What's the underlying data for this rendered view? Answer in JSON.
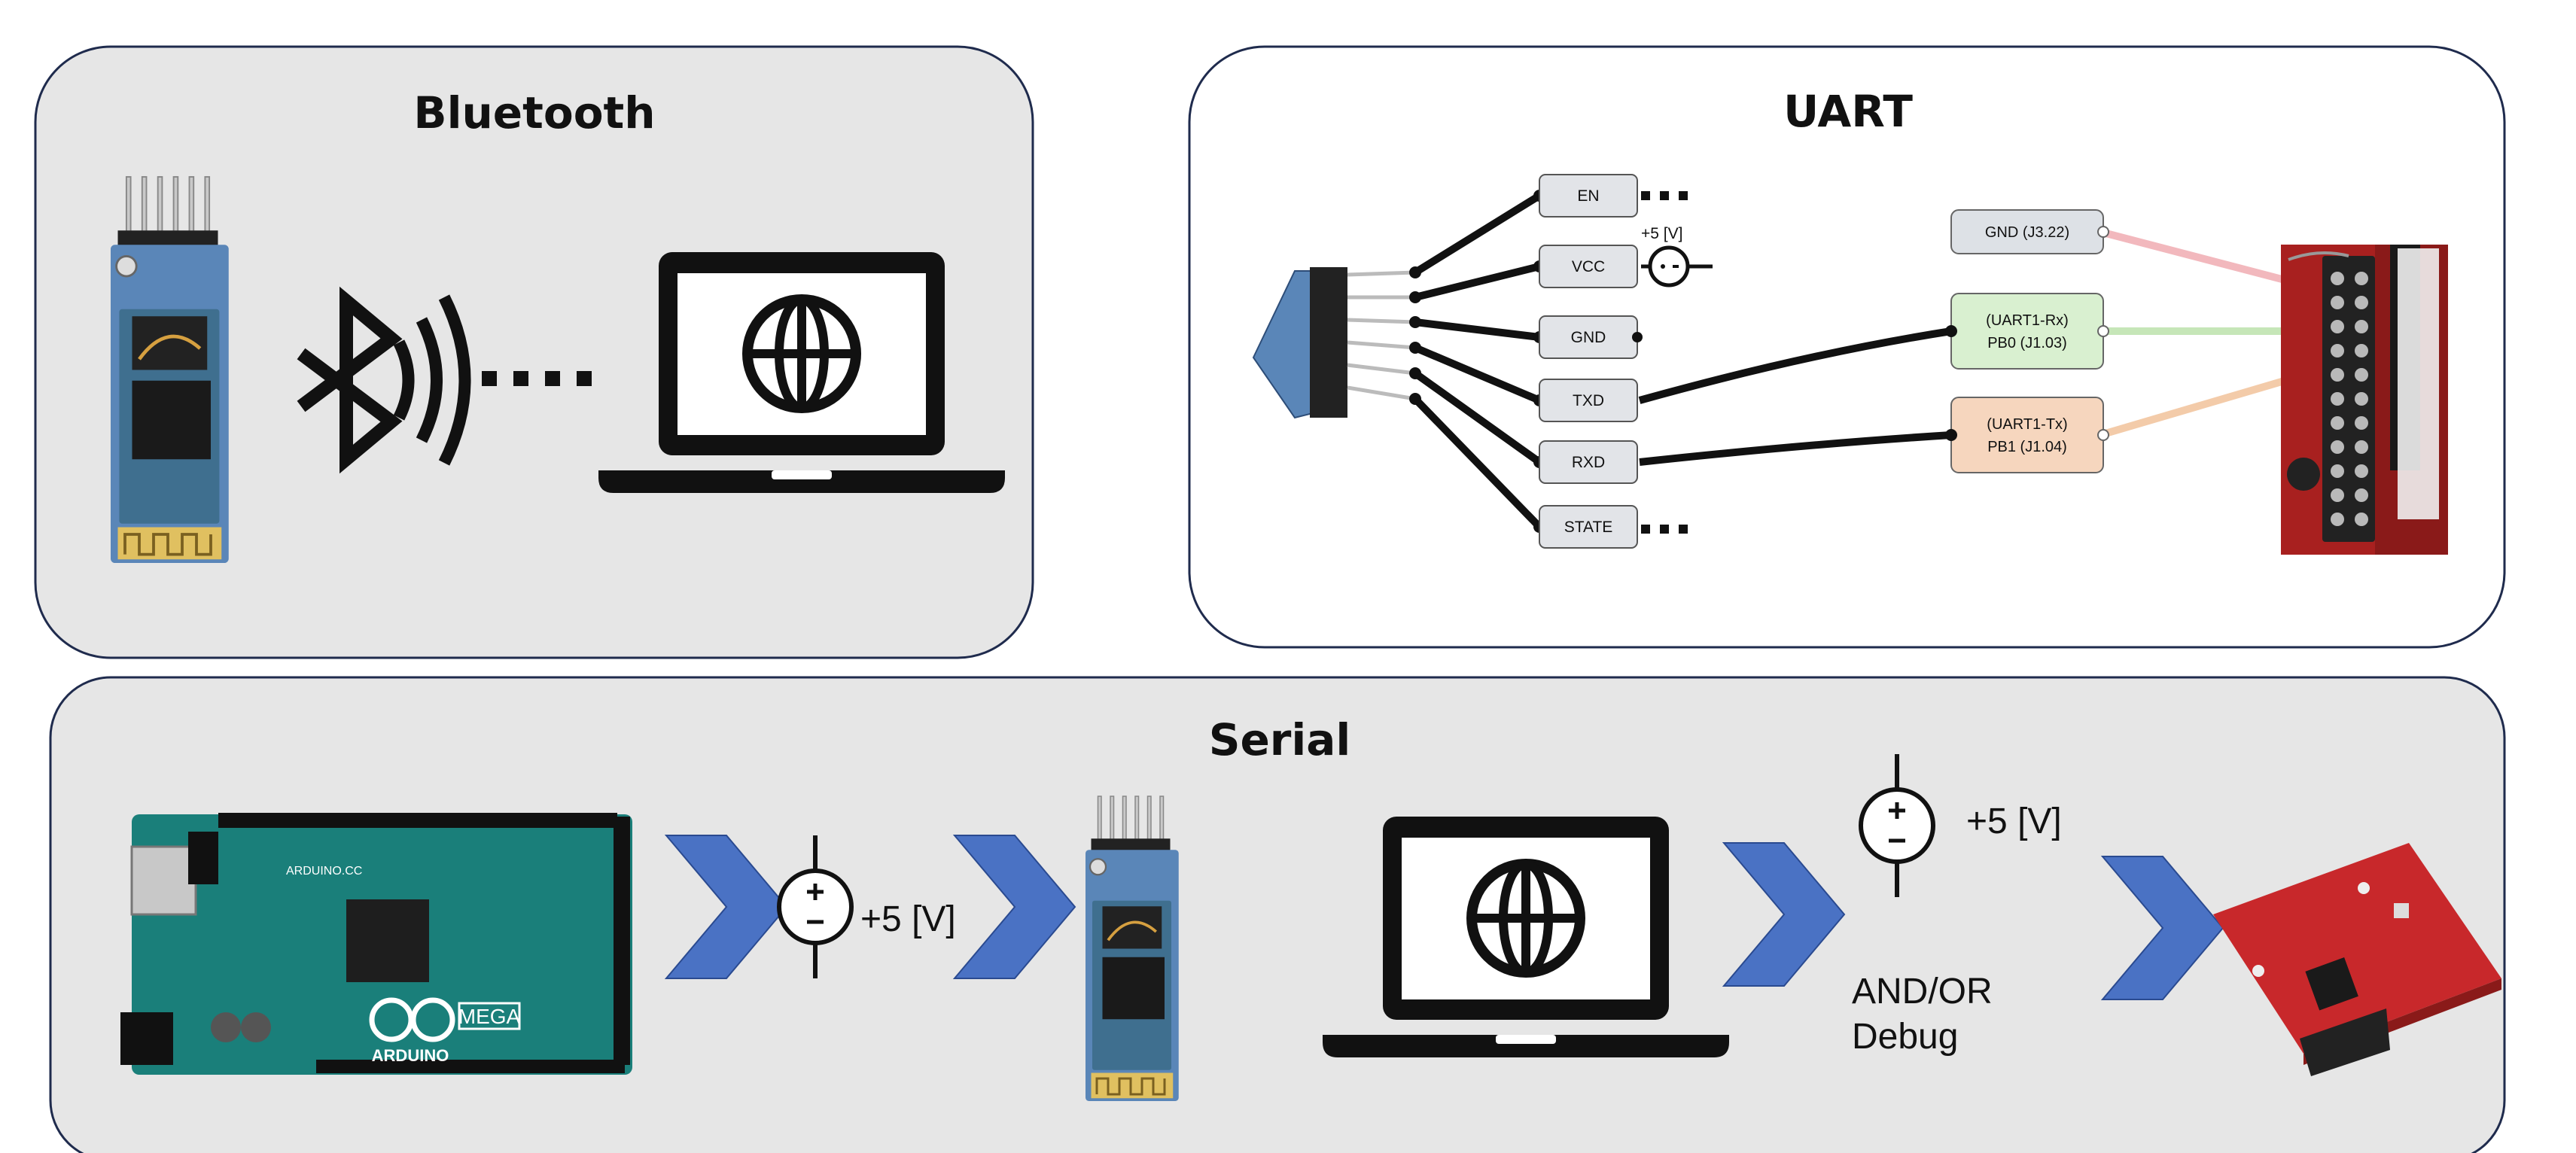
{
  "panels": {
    "bluetooth": {
      "title": "Bluetooth"
    },
    "uart": {
      "title": "UART"
    },
    "serial": {
      "title": "Serial"
    }
  },
  "uart": {
    "module_pins": [
      "EN",
      "VCC",
      "GND",
      "TXD",
      "RXD",
      "STATE"
    ],
    "vcc_supply": "+5 [V]",
    "board_pins": [
      {
        "line1": "GND (J3.22)",
        "line2": "",
        "color": "#dde1e6",
        "wire": "#f2b8bd"
      },
      {
        "line1": "(UART1-Rx)",
        "line2": "PB0 (J1.03)",
        "color": "#d9f0d0",
        "wire": "#c6e6b8"
      },
      {
        "line1": "(UART1-Tx)",
        "line2": "PB1 (J1.04)",
        "color": "#f6d6be",
        "wire": "#f3cba9"
      }
    ]
  },
  "serial": {
    "supply_1": "+5 [V]",
    "supply_2": "+5 [V]",
    "note_line1": "AND/OR",
    "note_line2": "Debug",
    "arduino_brand": "ARDUINO",
    "arduino_model": "MEGA",
    "arduino_url": "ARDUINO.CC"
  },
  "colors": {
    "panel_fill": "#e6e6e6",
    "panel_border": "#1f2b4d",
    "chevron": "#4a72c4",
    "pcb_green": "#1a7f7a",
    "pcb_red": "#c8282b",
    "module_blue": "#5a86b8"
  }
}
